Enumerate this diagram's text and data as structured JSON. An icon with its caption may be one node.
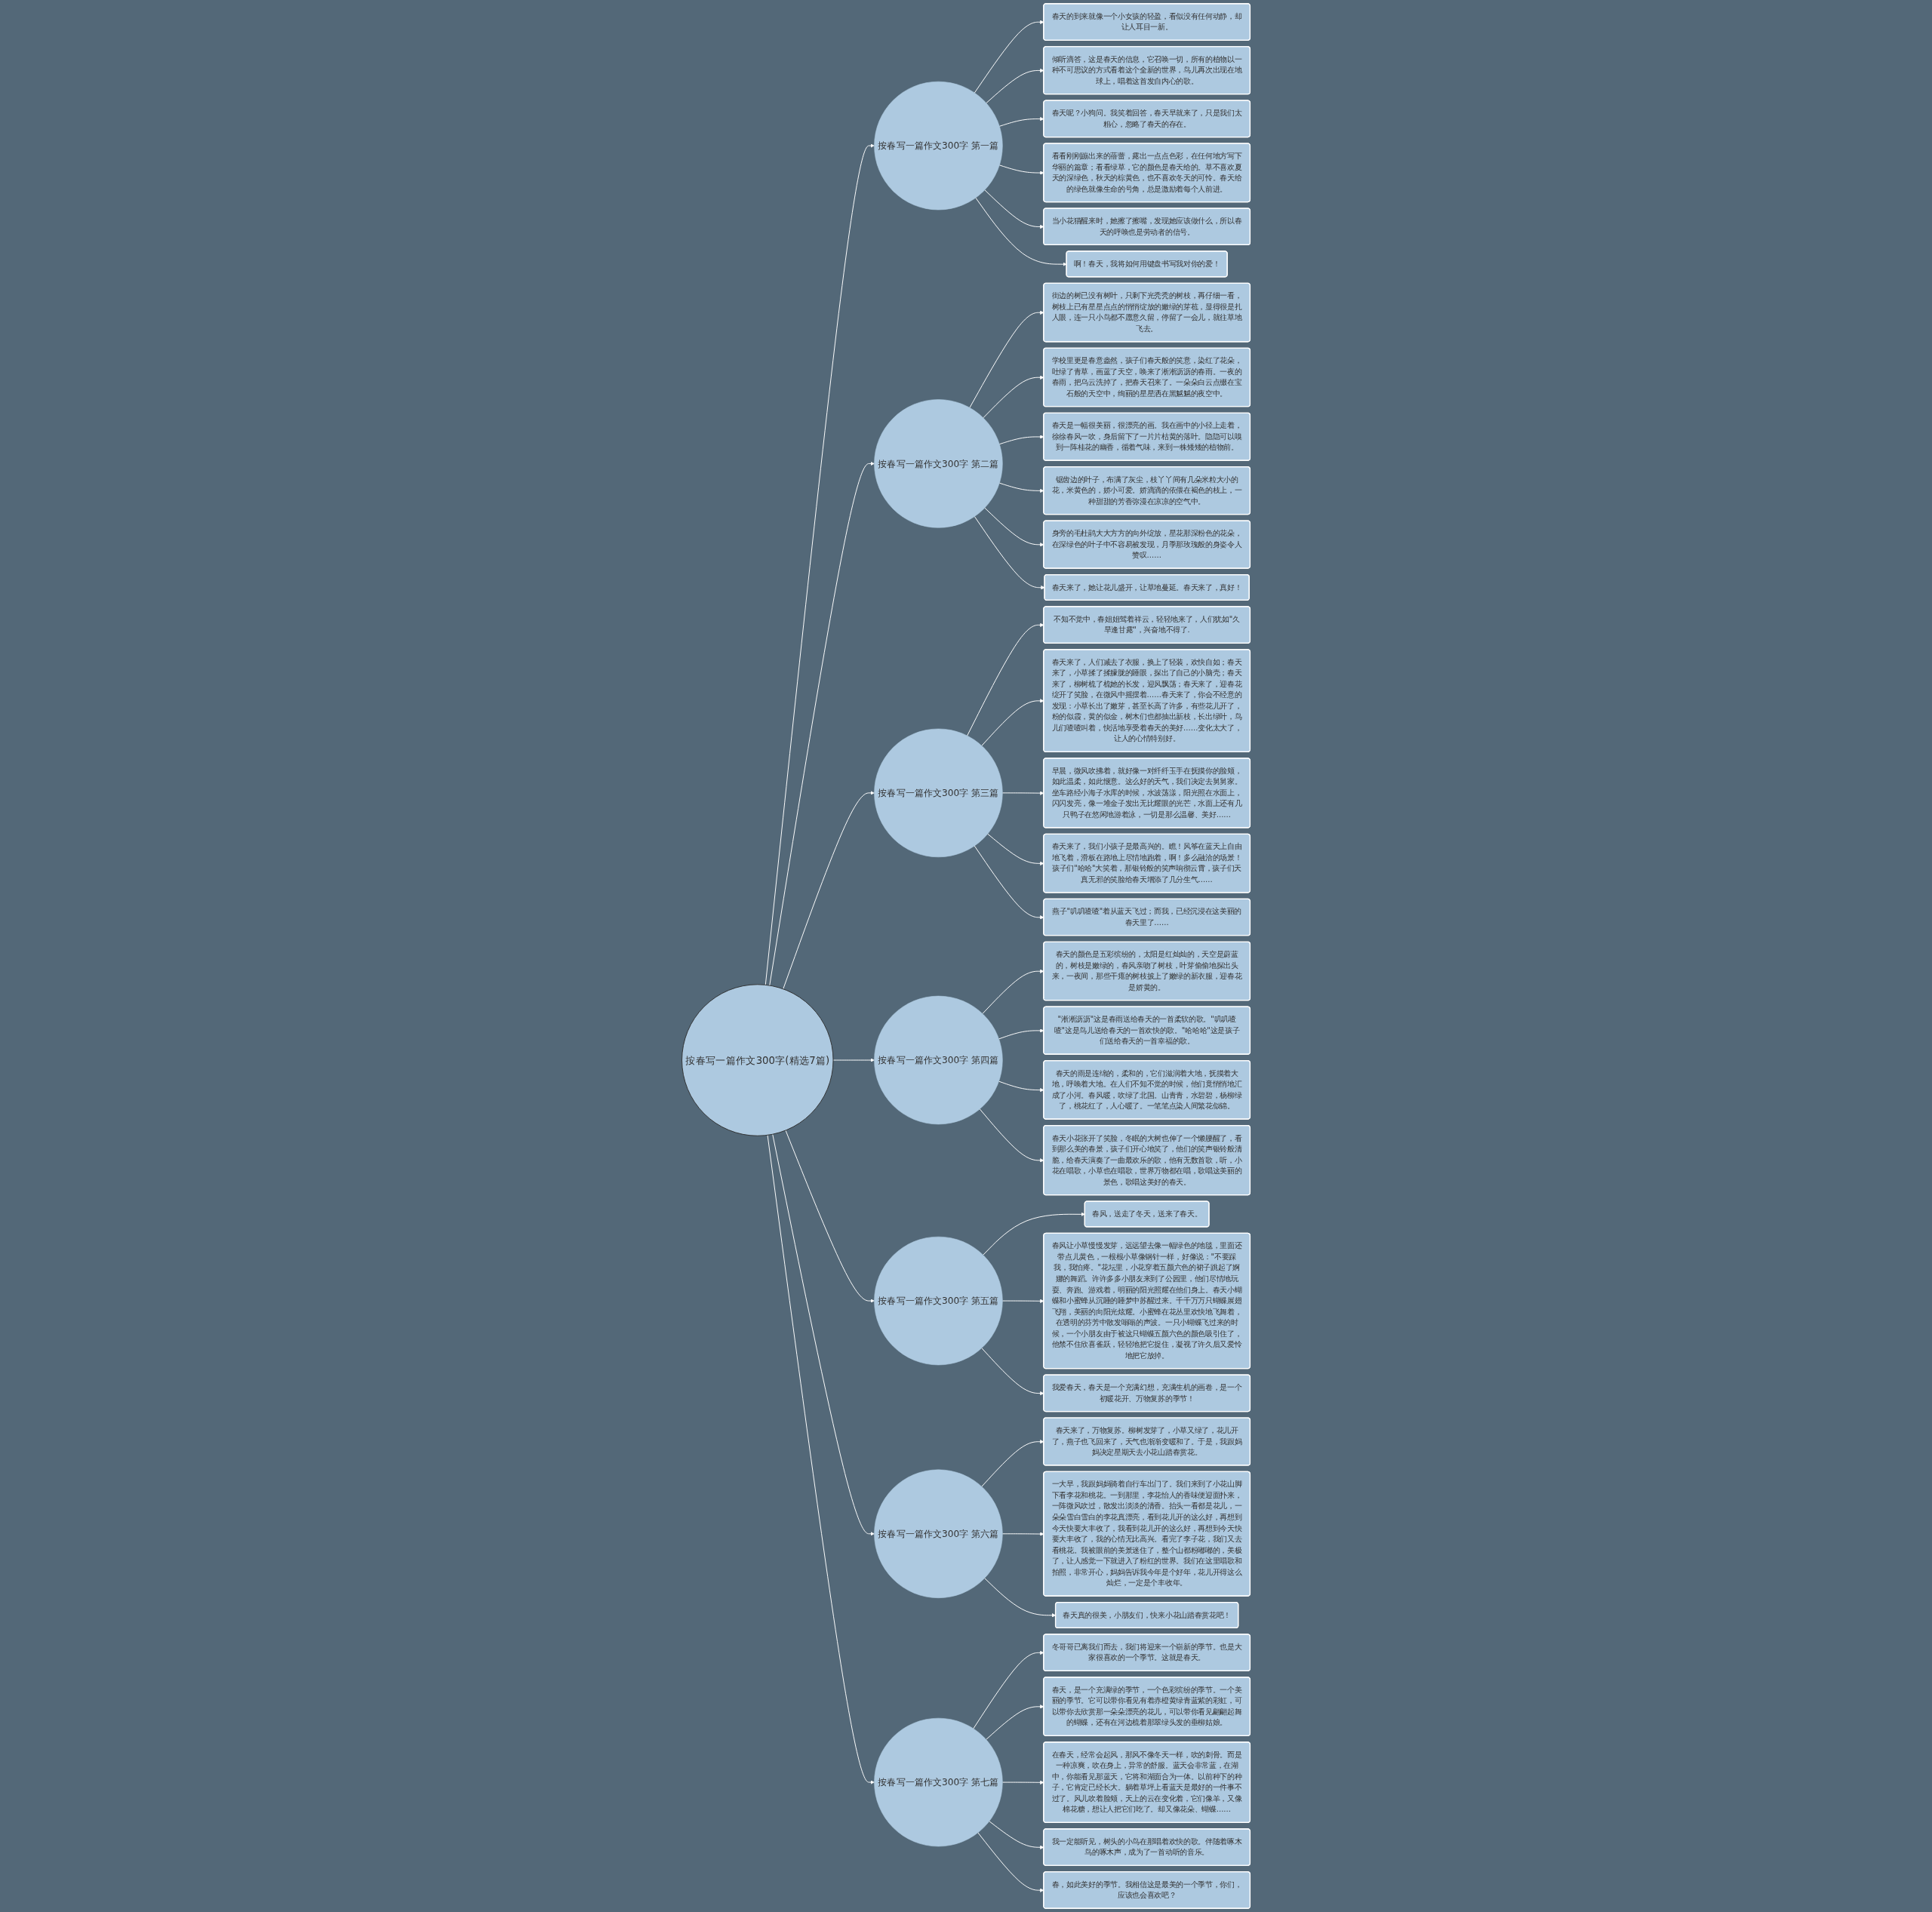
{
  "diagram": {
    "nodes": [
      {
        "text": [
          "按春写一篇作文300字(精选7篇)"
        ]
      },
      {
        "text": [
          "按春写一篇作文300字 第一篇"
        ]
      },
      {
        "text": [
          "春天的到来就像一个小女孩的轻盈，看似没有任何动静，却让人耳目一新。"
        ]
      },
      {
        "text": [
          "倾听滴答，这是春天的信息，它召唤一切，所有的植物以一种不可思议的方式看着这个全新的世界，鸟儿再次出现在地球上，唱着这首发自内心的歌。"
        ]
      },
      {
        "text": [
          "春天呢？小狗问。我笑着回答，春天早就来了，只是我们太粗心，忽略了春天的存在。"
        ]
      },
      {
        "text": [
          "看看刚刚蹦出来的蓓蕾，露出一点点色彩，在任何地方写下华丽的篇章；看看绿草，它的颜色是春天给的。草不喜欢夏天的深绿色，秋天的棕黄色，也不喜欢冬天的可怜。春天给的绿色就像生命的号角，总是激励着每个人前进。"
        ]
      },
      {
        "text": [
          "当小花猫醒来时，她擦了擦嘴，发现她应该做什么，所以春天的呼唤也是劳动者的信号。"
        ]
      },
      {
        "text": [
          "啊！春天，我将如何用键盘书写我对你的爱！"
        ]
      },
      {
        "text": [
          "按春写一篇作文300字 第二篇"
        ]
      },
      {
        "text": [
          "街边的树已没有树叶，只剩下光秃秃的树枝，再仔细一看，树枝上已有星星点点的悄悄绽放的嫩绿的芽苞，显得很是扎人眼，连一只小鸟都不愿意久留，停留了一会儿，就往草地飞去。"
        ]
      },
      {
        "text": [
          "学校里更是春意盎然，孩子们春天般的笑意，染红了花朵，吐绿了青草，画蓝了天空，唤来了淅淅沥沥的春雨。一夜的春雨，把乌云洗掉了，把春天召来了。一朵朵白云点缀在宝石般的天空中，绚丽的星星洒在黑魆魆的夜空中。"
        ]
      },
      {
        "text": [
          "春天是一幅很美丽，很漂亮的画。我在画中的小径上走着，徐徐春风一吹，身后留下了一片片枯黄的落叶。隐隐可以嗅到一阵桂花的幽香，循着气味，来到一株矮矮的植物前。"
        ]
      },
      {
        "text": [
          "锯齿边的叶子，布满了灰尘，枝丫丫间有几朵米粒大小的花，米黄色的，娇小可爱。娇滴滴的依偎在褐色的枝上，一种甜甜的芳香弥漫在凉凉的空气中。"
        ]
      },
      {
        "text": [
          "身旁的毛杜鹃大大方方的向外绽放，星花那深粉色的花朵，在深绿色的叶子中不容易被发现，月季那玫瑰般的身姿令人赞叹……"
        ]
      },
      {
        "text": [
          "春天来了，她让花儿盛开，让草地蔓延。春天来了，真好！"
        ]
      },
      {
        "text": [
          "按春写一篇作文300字 第三篇"
        ]
      },
      {
        "text": [
          "不知不觉中，春姐姐驾着祥云，轻轻地来了，人们犹如\"久旱逢甘露\"，兴奋地不得了."
        ]
      },
      {
        "text": [
          "春天来了，人们减去了衣服，换上了轻装，欢快自如；春天来了，小草揉了揉朦胧的睡眼，探出了自己的小脑壳；春天来了，柳树梳了梳她的长发，迎风飘荡；春天来了，迎春花绽开了笑脸，在微风中摇摆着……春天来了，你会不经意的发现：小草长出了嫩芽，甚至长高了许多，有些花儿开了，粉的似霞，黄的似金，树木们也都抽出新枝，长出绿叶，鸟儿们喳喳叫着，快活地享受着春天的美好……变化太大了，让人的心情特别好。"
        ]
      },
      {
        "text": [
          "早晨，微风吹拂着，就好像一对纤纤玉手在抚摸你的脸颊，如此温柔，如此惬意。这么好的天气，我们决定去舅舅家。坐车路经小海子水库的时候，水波荡漾，阳光照在水面上，闪闪发亮，像一堆金子发出无比耀眼的光芒，水面上还有几只鸭子在悠闲地游着泳，一切是那么温馨、美好……"
        ]
      },
      {
        "text": [
          "春天来了，我们小孩子是最高兴的。瞧！风筝在蓝天上自由地飞着，滑板在路地上尽情地跑着，啊！多么融洽的场景！孩子们\"哈哈\"大笑着，那银铃般的笑声响彻云霄，孩子们天真无邪的笑脸给春天增添了几分生气……"
        ]
      },
      {
        "text": [
          "燕子\"叽叽喳喳\"着从蓝天飞过；而我，已经沉浸在这美丽的春天里了……"
        ]
      },
      {
        "text": [
          "按春写一篇作文300字 第四篇"
        ]
      },
      {
        "text": [
          "春天的颜色是五彩缤纷的，太阳是红灿灿的，天空是蔚蓝的，树枝是嫩绿的，春风亲吻了树枝，叶芽偷偷地探出头来，一夜间，那些干瘪的树枝披上了嫩绿的新衣服，迎春花是娇黄的。"
        ]
      },
      {
        "text": [
          "\"淅淅沥沥\"这是春雨送给春天的一首柔软的歌。\"叽叽喳喳\"这是鸟儿送给春天的一首欢快的歌。\"哈哈哈\"这是孩子们送给春天的一首幸福的歌。"
        ]
      },
      {
        "text": [
          "春天的雨是连绵的，柔和的，它们滋润着大地，抚摸着大地，呼唤着大地。在人们不知不觉的时候，他们竟悄悄地汇成了小河。春风暖，吹绿了北国。山青青，水碧碧，杨柳绿了，桃花红了，人心暖了。一笔笔点染人间繁花似锦。"
        ]
      },
      {
        "text": [
          "春天小花张开了笑脸，冬眠的大树也伸了一个懒腰醒了，看到那么美的春景，孩子们开心地笑了，他们的笑声银铃般清脆，给春天演奏了一曲最欢乐的歌，他有无数首歌，听，小花在唱歌，小草也在唱歌，世界万物都在唱，歌唱这美丽的景色，歌唱这美好的春天。"
        ]
      },
      {
        "text": [
          "按春写一篇作文300字 第五篇"
        ]
      },
      {
        "text": [
          "春风，送走了冬天，送来了春天。"
        ]
      },
      {
        "text": [
          "春风让小草慢慢发芽，远远望去像一幅绿色的地毯，里面还带点儿黄色，一根根小草像钢针一样，好像说：\"不要踩我，我怕疼。\"花坛里，小花穿着五颜六色的裙子跳起了婀娜的舞蹈。许许多多小朋友来到了公园里，他们尽情地玩耍、奔跑、游戏着，明丽的阳光照耀在他们身上。春天小蝴蝶和小蜜蜂从沉睡的睡梦中苏醒过来。千千万万只蝴蝶展翅飞翔，美丽的向阳光炫耀。小蜜蜂在花丛里欢快地飞舞着，在透明的芬芳中散发嗡嗡的声波。一只小蝴蝶飞过来的时候，一个小朋友由于被这只蝴蝶五颜六色的颜色吸引住了，他禁不住欣喜雀跃，轻轻地把它捉住，凝视了许久后又爱怜地把它放掉。"
        ]
      },
      {
        "text": [
          "我爱春天，春天是一个充满幻想，充满生机的画卷，是一个初暖花开、万物复苏的季节！"
        ]
      },
      {
        "text": [
          "按春写一篇作文300字 第六篇"
        ]
      },
      {
        "text": [
          "春天来了，万物复苏。柳树发芽了，小草又绿了，花儿开了，燕子也飞回来了，天气也渐渐变暖和了。于是，我跟妈妈决定星期天去小花山踏春赏花。"
        ]
      },
      {
        "text": [
          "一大早，我跟妈妈骑着自行车出门了。我们来到了小花山脚下看李花和桃花。一到那里，李花怡人的香味便迎面扑来，一阵微风吹过，散发出淡淡的清香。抬头一看都是花儿，一朵朵雪白雪白的李花真漂亮，看到花儿开的这么好，再想到今天快要大丰收了，我看到花儿开的这么好，再想到今天快要大丰收了，我的心情无比高兴。看完了李子花，我们又去看桃花。我被眼前的美景迷住了，整个山都粉嘟嘟的，美极了，让人感觉一下就进入了粉红的世界。我们在这里唱歌和拍照，非常开心，妈妈告诉我今年是个好年，花儿开得这么灿烂，一定是个丰收年。"
        ]
      },
      {
        "text": [
          "春天真的很美，小朋友们，快来小花山踏春赏花吧！"
        ]
      },
      {
        "text": [
          "按春写一篇作文300字 第七篇"
        ]
      },
      {
        "text": [
          "冬哥哥已离我们而去，我们将迎来一个崭新的季节。也是大家很喜欢的一个季节。这就是春天。"
        ]
      },
      {
        "text": [
          "春天，是一个充满绿的季节，一个色彩缤纷的季节。一个美丽的季节。它可以带你看见有着赤橙黄绿青蓝紫的彩虹，可以带你去欣赏那一朵朵漂亮的花儿，可以带你看见翩翩起舞的蝴蝶，还有在河边梳着那翠绿头发的垂柳姑娘。"
        ]
      },
      {
        "text": [
          "在春天，经常会起风，那风不像冬天一样，吹的刺骨。而是一种凉爽，吹在身上，异常的舒服。蓝天会非常蓝，在湖中，你能看见那蓝天，它将和湖面合为一体。以前种下的种子，它肯定已经长大。躺着草坪上看蓝天是最好的一件事不过了。风儿吹着脸颊，天上的云在变化着，它们像羊，又像棉花糖，想让人把它们吃了。却又像花朵、蝴蝶……"
        ]
      },
      {
        "text": [
          "我一定能听见，树头的小鸟在那唱着欢快的歌。伴随着啄木鸟的啄木声，成为了一首动听的音乐。"
        ]
      },
      {
        "text": [
          "春，如此美好的季节。我相信这是最美的一个季节，你们，应该也会喜欢吧？"
        ]
      }
    ],
    "edges": [
      {
        "from": 0,
        "to": 1,
        "arrow": "to"
      },
      {
        "from": 0,
        "to": 8,
        "arrow": "to"
      },
      {
        "from": 0,
        "to": 15,
        "arrow": "to"
      },
      {
        "from": 0,
        "to": 21,
        "arrow": "to"
      },
      {
        "from": 0,
        "to": 26,
        "arrow": "to"
      },
      {
        "from": 0,
        "to": 30,
        "arrow": "to"
      },
      {
        "from": 0,
        "to": 34,
        "arrow": "to"
      },
      {
        "from": 1,
        "to": 2,
        "arrow": "to"
      },
      {
        "from": 1,
        "to": 3,
        "arrow": "to"
      },
      {
        "from": 1,
        "to": 4,
        "arrow": "to"
      },
      {
        "from": 1,
        "to": 5,
        "arrow": "to"
      },
      {
        "from": 1,
        "to": 6,
        "arrow": "to"
      },
      {
        "from": 1,
        "to": 7,
        "arrow": "to"
      },
      {
        "from": 8,
        "to": 9,
        "arrow": "to"
      },
      {
        "from": 8,
        "to": 10,
        "arrow": "to"
      },
      {
        "from": 8,
        "to": 11,
        "arrow": "to"
      },
      {
        "from": 8,
        "to": 12,
        "arrow": "to"
      },
      {
        "from": 8,
        "to": 13,
        "arrow": "to"
      },
      {
        "from": 8,
        "to": 14,
        "arrow": "to"
      },
      {
        "from": 15,
        "to": 16,
        "arrow": "to"
      },
      {
        "from": 15,
        "to": 17,
        "arrow": "to"
      },
      {
        "from": 15,
        "to": 18,
        "arrow": "to"
      },
      {
        "from": 15,
        "to": 19,
        "arrow": "to"
      },
      {
        "from": 15,
        "to": 20,
        "arrow": "to"
      },
      {
        "from": 21,
        "to": 22,
        "arrow": "to"
      },
      {
        "from": 21,
        "to": 23,
        "arrow": "to"
      },
      {
        "from": 21,
        "to": 24,
        "arrow": "to"
      },
      {
        "from": 21,
        "to": 25,
        "arrow": "to"
      },
      {
        "from": 26,
        "to": 27,
        "arrow": "to"
      },
      {
        "from": 26,
        "to": 28,
        "arrow": "to"
      },
      {
        "from": 26,
        "to": 29,
        "arrow": "to"
      },
      {
        "from": 30,
        "to": 31,
        "arrow": "to"
      },
      {
        "from": 30,
        "to": 32,
        "arrow": "to"
      },
      {
        "from": 30,
        "to": 33,
        "arrow": "to"
      },
      {
        "from": 34,
        "to": 35,
        "arrow": "to"
      },
      {
        "from": 34,
        "to": 36,
        "arrow": "to"
      },
      {
        "from": 34,
        "to": 37,
        "arrow": "to"
      },
      {
        "from": 34,
        "to": 38,
        "arrow": "to"
      },
      {
        "from": 34,
        "to": 39,
        "arrow": "to"
      }
    ]
  }
}
